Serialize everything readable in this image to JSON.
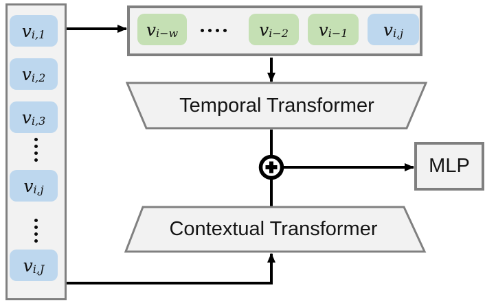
{
  "colors": {
    "box_blue": "#bdd7ee",
    "box_green": "#c5e0b4",
    "panel_gray": "#f2f2f2",
    "border_gray": "#808080",
    "line_black": "#000000"
  },
  "token_column": {
    "items": [
      {
        "type": "token",
        "base": "v",
        "sub": "i,1",
        "color": "blue"
      },
      {
        "type": "token",
        "base": "v",
        "sub": "i,2",
        "color": "blue"
      },
      {
        "type": "token",
        "base": "v",
        "sub": "i,3",
        "color": "blue"
      },
      {
        "type": "dots",
        "orientation": "vertical",
        "count": 4
      },
      {
        "type": "token",
        "base": "v",
        "sub": "i,j",
        "color": "blue"
      },
      {
        "type": "dots",
        "orientation": "vertical",
        "count": 4
      },
      {
        "type": "token",
        "base": "v",
        "sub": "i,J",
        "color": "blue"
      }
    ]
  },
  "sequence_row": {
    "items": [
      {
        "type": "token",
        "base": "v",
        "sub": "i−w",
        "color": "green"
      },
      {
        "type": "dots",
        "orientation": "horizontal",
        "count": 4
      },
      {
        "type": "token",
        "base": "v",
        "sub": "i−2",
        "color": "green"
      },
      {
        "type": "token",
        "base": "v",
        "sub": "i−1",
        "color": "green"
      },
      {
        "type": "token",
        "base": "v",
        "sub": "i,j",
        "color": "blue"
      }
    ]
  },
  "temporal_transformer": {
    "label": "Temporal Transformer"
  },
  "contextual_transformer": {
    "label": "Contextual Transformer"
  },
  "merge_node": {
    "symbol": "⊕"
  },
  "mlp": {
    "label": "MLP"
  }
}
